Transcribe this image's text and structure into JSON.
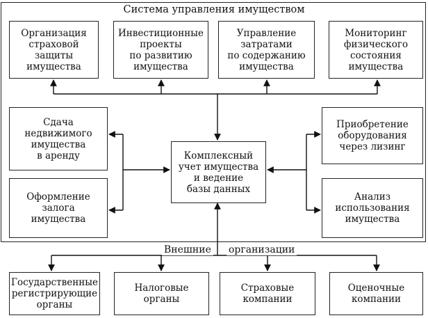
{
  "diagram": {
    "title": "Система управления имуществом",
    "top_boxes": [
      "Организация\nстраховой\nзащиты\nимущества",
      "Инвестиционные\nпроекты\nпо развитию\nимущества",
      "Управление\nзатратами\nпо содержанию\nимущества",
      "Мониторинг\nфизического\nсостояния\nимущества"
    ],
    "left_boxes": [
      "Сдача\nнедвижимого\nимущества\nв аренду",
      "Оформление\nзалога\nимущества"
    ],
    "center_box": "Комплексный\nучет имущества\nи ведение\nбазы данных",
    "right_boxes": [
      "Приобретение\nоборудования\nчерез лизинг",
      "Анализ\nиспользования\nимущества"
    ],
    "external_label_left": "Внешние",
    "external_label_right": "организации",
    "bottom_boxes": [
      "Государственные\nрегистрирующие\nорганы",
      "Налоговые\nорганы",
      "Страховые\nкомпании",
      "Оценочные\nкомпании"
    ]
  }
}
